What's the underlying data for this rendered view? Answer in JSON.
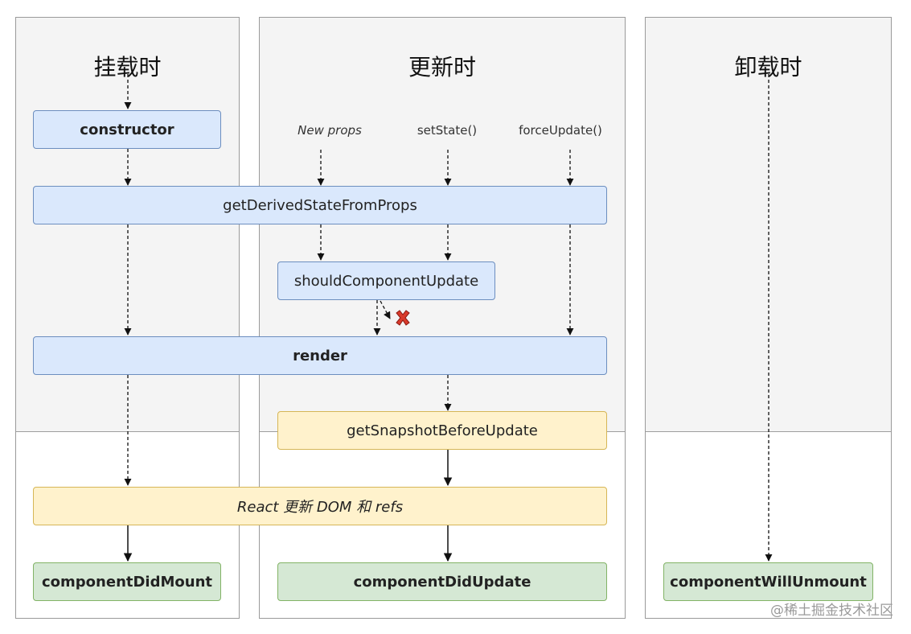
{
  "phases": {
    "mounting": "挂载时",
    "updating": "更新时",
    "unmounting": "卸载时"
  },
  "triggers": {
    "new_props": "New props",
    "set_state": "setState()",
    "force_update": "forceUpdate()"
  },
  "methods": {
    "constructor": "constructor",
    "get_derived_state_from_props": "getDerivedStateFromProps",
    "should_component_update": "shouldComponentUpdate",
    "render": "render",
    "get_snapshot_before_update": "getSnapshotBeforeUpdate",
    "react_updates_dom": "React 更新 DOM 和 refs",
    "component_did_mount": "componentDidMount",
    "component_did_update": "componentDidUpdate",
    "component_will_unmount": "componentWillUnmount"
  },
  "watermark": "@稀土掘金技术社区",
  "colors": {
    "blue_fill": "#dae8fc",
    "blue_border": "#6c8ebf",
    "yellow_fill": "#fff2cc",
    "yellow_border": "#d6b656",
    "green_fill": "#d5e8d4",
    "green_border": "#82b366",
    "cancel_mark": "#d93a2b"
  }
}
